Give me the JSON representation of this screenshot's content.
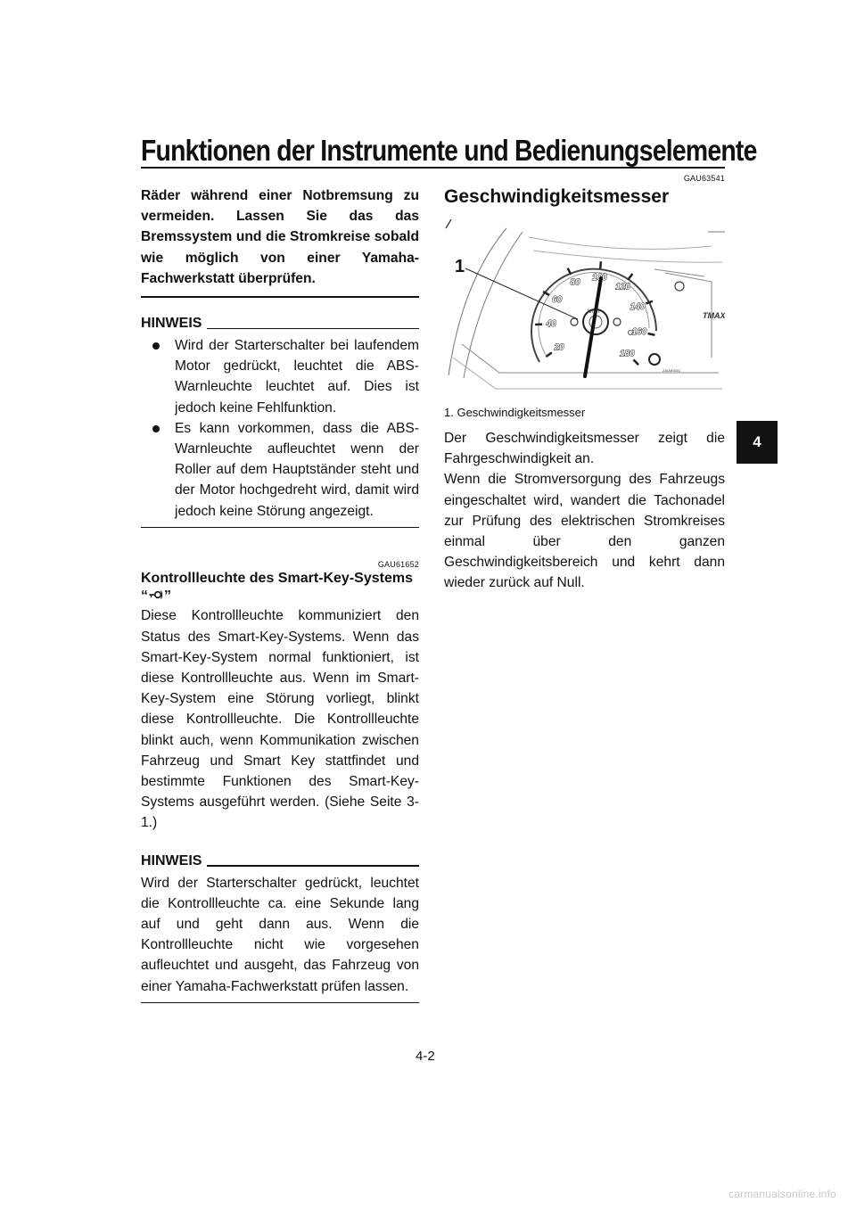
{
  "header": {
    "title": "Funktionen der Instrumente und Bedienungselemente",
    "chapter_tab": "4"
  },
  "left": {
    "warning_tail": "Räder während einer Notbremsung zu vermeiden. Lassen Sie das das Bremssystem und die Stromkreise sobald wie möglich von einer Yamaha-Fachwerkstatt überprüfen.",
    "note1": {
      "label": "HINWEIS",
      "items": [
        "Wird der Starterschalter bei laufendem Motor gedrückt, leuchtet die ABS-Warnleuchte leuchtet auf. Dies ist jedoch keine Fehlfunktion.",
        "Es kann vorkommen, dass die ABS-Warnleuchte aufleuchtet wenn der Roller auf dem Hauptständer steht und der Motor hochgedreht wird, damit wird jedoch keine Störung angezeigt."
      ]
    },
    "smartkey": {
      "code": "GAU61652",
      "heading": "Kontrollleuchte des Smart-Key-Systems",
      "heading_quote_open": "“",
      "heading_quote_close": "”",
      "heading_icon": "smart-key-icon",
      "body": "Diese Kontrollleuchte kommuniziert den Status des Smart-Key-Systems. Wenn das Smart-Key-System normal funktioniert, ist diese Kontrollleuchte aus. Wenn im Smart-Key-System eine Störung vorliegt, blinkt diese Kontrollleuchte. Die Kontrollleuchte blinkt auch, wenn Kommunikation zwischen Fahrzeug und Smart Key stattfindet und bestimmte Funktionen des Smart-Key-Systems ausgeführt werden. (Siehe Seite 3-1.)"
    },
    "note2": {
      "label": "HINWEIS",
      "body": "Wird der Starterschalter gedrückt, leuchtet die Kontrollleuchte ca. eine Sekunde lang auf und geht dann aus. Wenn die Kontrollleuchte nicht wie vorgesehen aufleuchtet und ausgeht, das Fahrzeug von einer Yamaha-Fachwerkstatt prüfen lassen."
    }
  },
  "right": {
    "code": "GAU63541",
    "title": "Geschwindigkeitsmesser",
    "figure": {
      "callout": "1",
      "unit": "km/h",
      "ticks": [
        "20",
        "40",
        "60",
        "80",
        "100",
        "120",
        "140",
        "160",
        "180"
      ],
      "brand_mark": "TMAX",
      "fig_code": "ZAUM3301"
    },
    "caption": "1. Geschwindigkeitsmesser",
    "body1": "Der Geschwindigkeitsmesser zeigt die Fahrgeschwindigkeit an.",
    "body2": "Wenn die Stromversorgung des Fahrzeugs eingeschaltet wird, wandert die Tachonadel zur Prüfung des elektrischen Stromkreises einmal über den ganzen Geschwindigkeitsbereich und kehrt dann wieder zurück auf Null."
  },
  "footer": {
    "page_number": "4-2",
    "watermark": "carmanualsonline.info"
  }
}
